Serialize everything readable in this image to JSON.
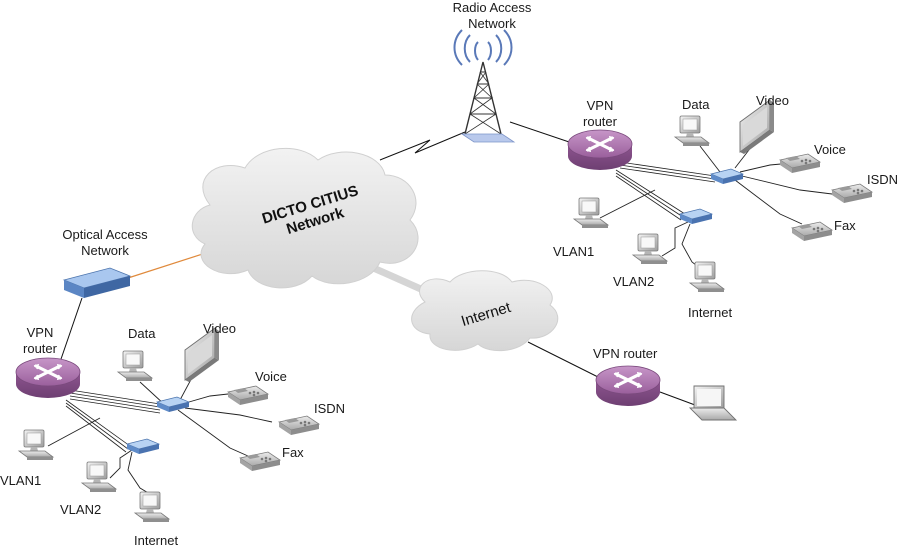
{
  "diagram": {
    "radio_access": {
      "line1": "Radio Access",
      "line2": "Network"
    },
    "core_cloud": {
      "line1": "DICTO CITIUS",
      "line2": "Network"
    },
    "internet_cloud": {
      "label": "Internet"
    },
    "optical_access": {
      "line1": "Optical Access",
      "line2": "Network"
    },
    "left_site": {
      "router": {
        "line1": "VPN",
        "line2": "router"
      },
      "data": "Data",
      "video": "Video",
      "voice": "Voice",
      "isdn": "ISDN",
      "fax": "Fax",
      "vlan1": "VLAN1",
      "vlan2": "VLAN2",
      "internet": "Internet"
    },
    "right_site": {
      "router": {
        "line1": "VPN",
        "line2": "router"
      },
      "data": "Data",
      "video": "Video",
      "voice": "Voice",
      "isdn": "ISDN",
      "fax": "Fax",
      "vlan1": "VLAN1",
      "vlan2": "VLAN2",
      "internet": "Internet"
    },
    "remote_site": {
      "router": "VPN router"
    },
    "colors": {
      "router": "#a66aa6",
      "router_dark": "#7d4a80",
      "switch": "#6d9bd8",
      "cloud": "#e4e4e4",
      "device": "#c9c9c9",
      "optical_link": "#e08a3c"
    }
  }
}
